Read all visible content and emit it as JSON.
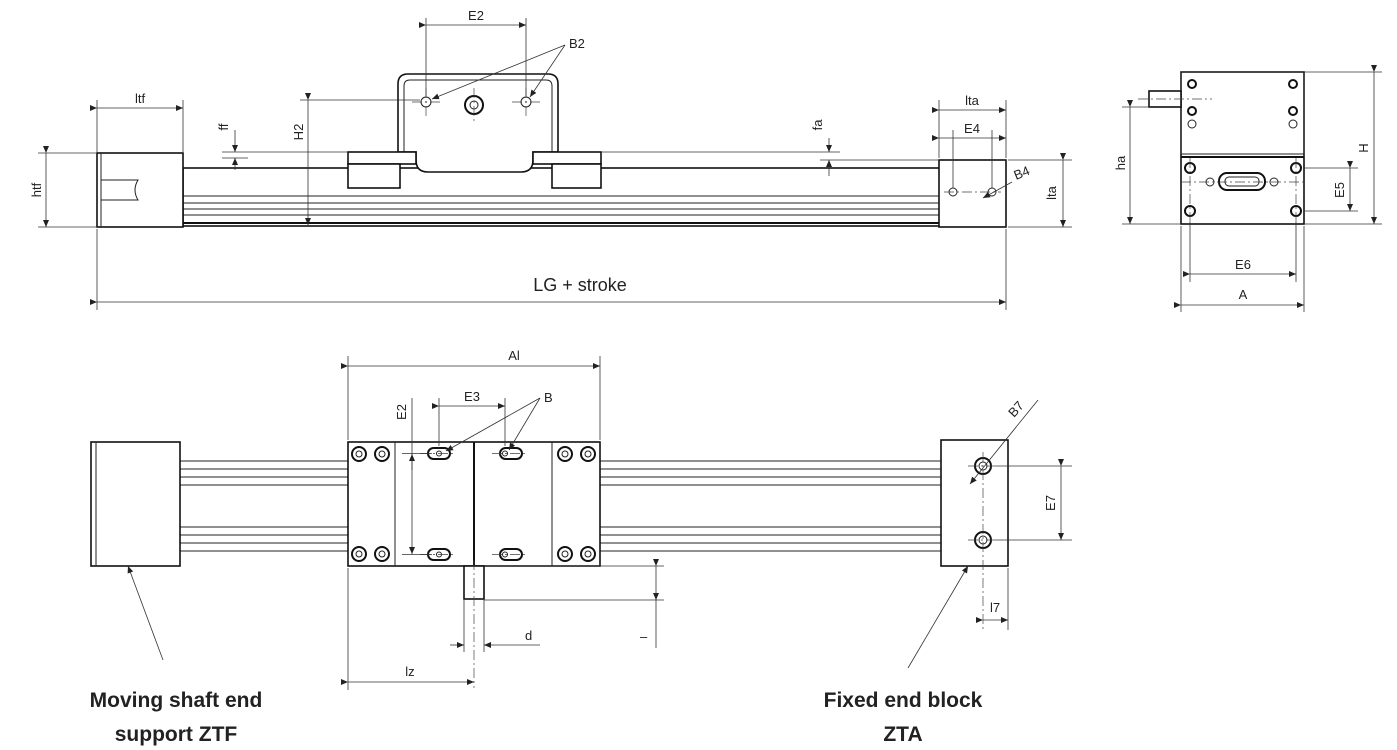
{
  "labels": {
    "ltf": "ltf",
    "e2_top": "E2",
    "b2": "B2",
    "lta_top": "lta",
    "e4": "E4",
    "ff": "ff",
    "h2": "H2",
    "fa": "fa",
    "htf": "htf",
    "b4": "B4",
    "lta_side": "lta",
    "lg_stroke": "LG + stroke",
    "ha": "ha",
    "h": "H",
    "e5": "E5",
    "e6": "E6",
    "a": "A",
    "al": "Al",
    "e3": "E3",
    "b": "B",
    "e2_bottom": "E2",
    "b7": "B7",
    "e7": "E7",
    "l7": "l7",
    "d": "d",
    "l_dash": "–",
    "lz": "lz"
  },
  "captions": {
    "moving_line1": "Moving shaft end",
    "moving_line2": "support ZTF",
    "fixed_line1": "Fixed end block",
    "fixed_line2": "ZTA"
  }
}
